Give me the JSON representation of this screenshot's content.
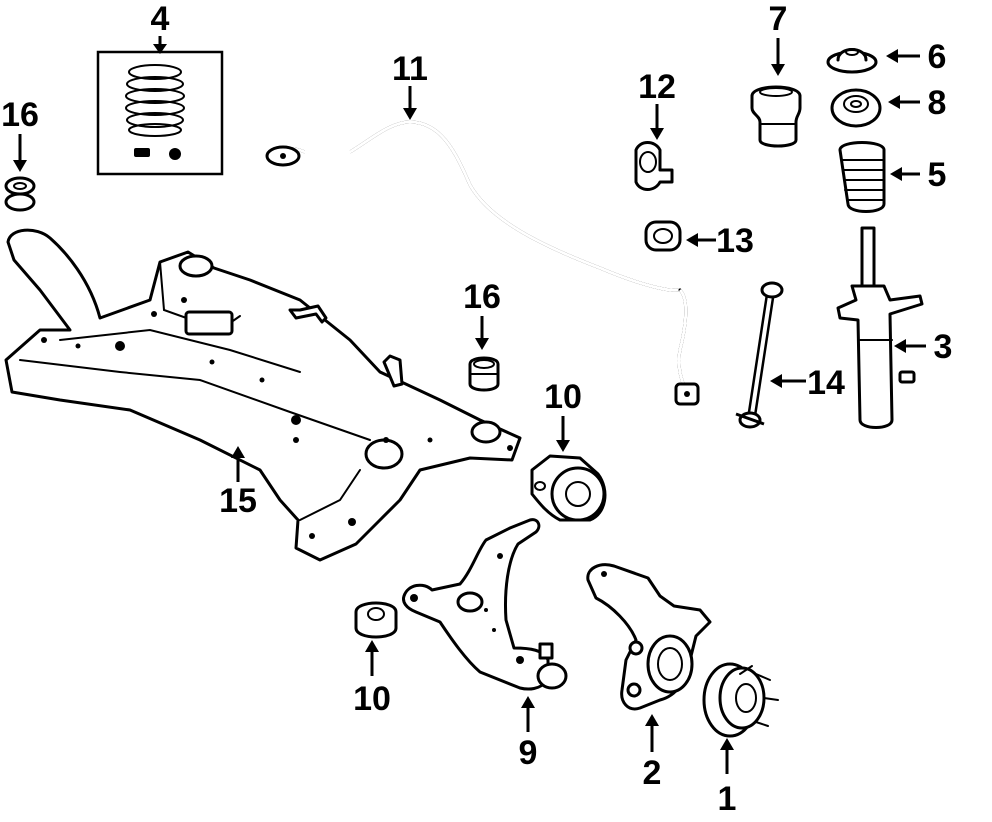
{
  "callouts": {
    "c1": "1",
    "c2": "2",
    "c3": "3",
    "c4": "4",
    "c5": "5",
    "c6": "6",
    "c7": "7",
    "c8": "8",
    "c9": "9",
    "c10a": "10",
    "c10b": "10",
    "c11": "11",
    "c12": "12",
    "c13": "13",
    "c14": "14",
    "c15": "15",
    "c16a": "16",
    "c16b": "16"
  }
}
